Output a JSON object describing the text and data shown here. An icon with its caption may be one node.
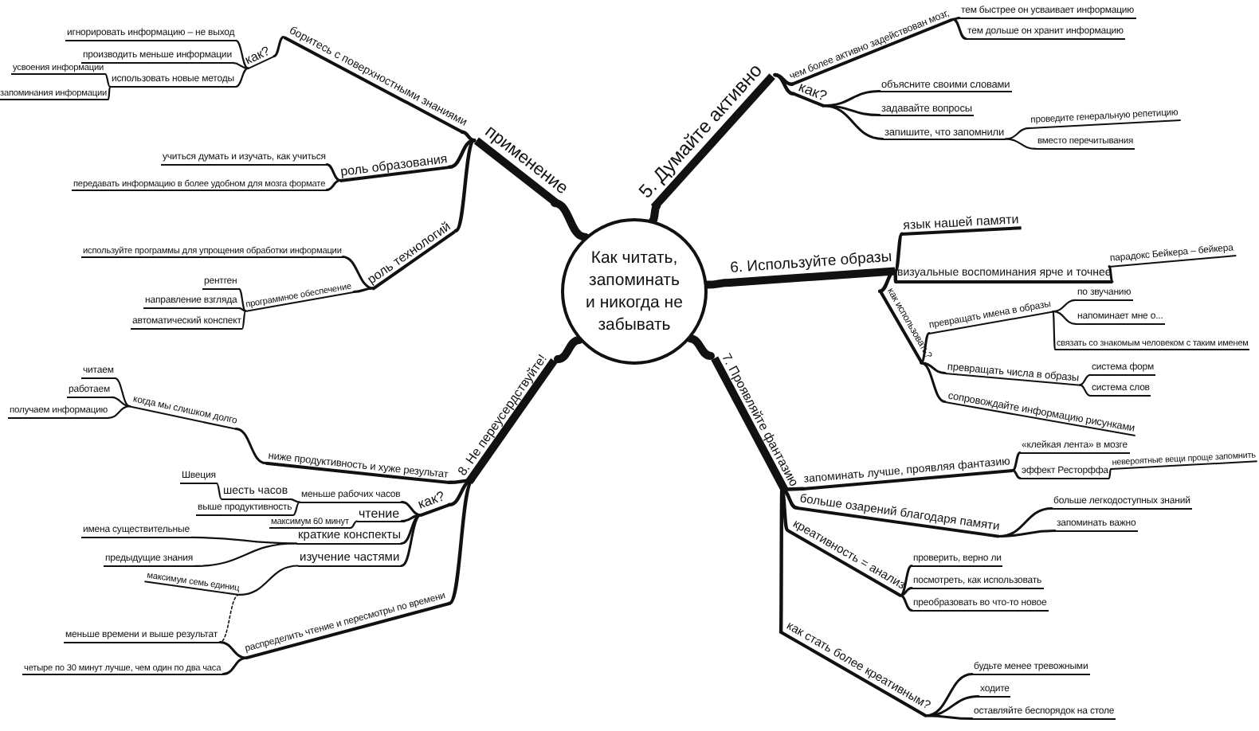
{
  "diagram": {
    "nodes": [
      {
        "text": [
          "Как читать, запоминать и никогда не забывать"
        ]
      },
      {
        "text": [
          "5. Думайте активно"
        ]
      },
      {
        "text": [
          "чем более активно задействован мозг,"
        ]
      },
      {
        "text": [
          "тем быстрее он усваивает информацию"
        ]
      },
      {
        "text": [
          "тем дольше он хранит информацию"
        ]
      },
      {
        "text": [
          "как?"
        ]
      },
      {
        "text": [
          "объясните своими словами"
        ]
      },
      {
        "text": [
          "задавайте вопросы"
        ]
      },
      {
        "text": [
          "запишите, что запомнили"
        ]
      },
      {
        "text": [
          "проведите генеральную репетицию"
        ]
      },
      {
        "text": [
          "вместо перечитывания"
        ]
      },
      {
        "text": [
          "6. Используйте образы"
        ]
      },
      {
        "text": [
          "язык нашей памяти"
        ]
      },
      {
        "text": [
          "визуальные воспоминания ярче и точнее"
        ]
      },
      {
        "text": [
          "парадокс Бейкера – бейкера"
        ]
      },
      {
        "text": [
          "как использовать?"
        ]
      },
      {
        "text": [
          "превращать имена в образы"
        ]
      },
      {
        "text": [
          "по звучанию"
        ]
      },
      {
        "text": [
          "напоминает мне о..."
        ]
      },
      {
        "text": [
          "связать со знакомым человеком с таким именем"
        ]
      },
      {
        "text": [
          "превращать числа в образы"
        ]
      },
      {
        "text": [
          "система форм"
        ]
      },
      {
        "text": [
          "система слов"
        ]
      },
      {
        "text": [
          "сопровождайте информацию рисунками"
        ]
      },
      {
        "text": [
          "7. Проявляйте фантазию"
        ]
      },
      {
        "text": [
          "запоминать лучше, проявляя фантазию"
        ]
      },
      {
        "text": [
          "«клейкая лента» в мозге"
        ]
      },
      {
        "text": [
          "эффект Ресторффа"
        ]
      },
      {
        "text": [
          "невероятные вещи проще запомнить"
        ]
      },
      {
        "text": [
          "больше озарений благодаря памяти"
        ]
      },
      {
        "text": [
          "больше легкодоступных знаний"
        ]
      },
      {
        "text": [
          "запоминать важно"
        ]
      },
      {
        "text": [
          "креативность = анализ"
        ]
      },
      {
        "text": [
          "проверить, верно ли"
        ]
      },
      {
        "text": [
          "посмотреть, как использовать"
        ]
      },
      {
        "text": [
          "преобразовать во что-то новое"
        ]
      },
      {
        "text": [
          "как стать более креативным?"
        ]
      },
      {
        "text": [
          "будьте менее тревожными"
        ]
      },
      {
        "text": [
          "ходите"
        ]
      },
      {
        "text": [
          "оставляйте беспорядок на столе"
        ]
      },
      {
        "text": [
          "применение"
        ]
      },
      {
        "text": [
          "боритесь с поверхностными знаниями"
        ]
      },
      {
        "text": [
          "как?"
        ]
      },
      {
        "text": [
          "игнорировать информацию – не выход"
        ]
      },
      {
        "text": [
          "производить меньше информации"
        ]
      },
      {
        "text": [
          "использовать новые методы"
        ]
      },
      {
        "text": [
          "усвоения информации"
        ]
      },
      {
        "text": [
          "запоминания информации"
        ]
      },
      {
        "text": [
          "роль образования"
        ]
      },
      {
        "text": [
          "учиться думать и изучать, как учиться"
        ]
      },
      {
        "text": [
          "передавать информацию в более удобном для мозга формате"
        ]
      },
      {
        "text": [
          "роль технологий"
        ]
      },
      {
        "text": [
          "используйте программы для упрощения обработки информации"
        ]
      },
      {
        "text": [
          "программное обеспечение"
        ]
      },
      {
        "text": [
          "рентген"
        ]
      },
      {
        "text": [
          "направление взгляда"
        ]
      },
      {
        "text": [
          "автоматический конспект"
        ]
      },
      {
        "text": [
          "8. Не переусердствуйте!"
        ]
      },
      {
        "text": [
          "ниже продуктивность и хуже результат"
        ]
      },
      {
        "text": [
          "когда мы слишком долго"
        ]
      },
      {
        "text": [
          "читаем"
        ]
      },
      {
        "text": [
          "работаем"
        ]
      },
      {
        "text": [
          "получаем информацию"
        ]
      },
      {
        "text": [
          "как?"
        ]
      },
      {
        "text": [
          "меньше рабочих часов"
        ]
      },
      {
        "text": [
          "шесть часов"
        ]
      },
      {
        "text": [
          "Швеция"
        ]
      },
      {
        "text": [
          "выше продуктивность"
        ]
      },
      {
        "text": [
          "чтение"
        ]
      },
      {
        "text": [
          "максимум 60 минут"
        ]
      },
      {
        "text": [
          "краткие конспекты"
        ]
      },
      {
        "text": [
          "имена существительные"
        ]
      },
      {
        "text": [
          "предыдущие знания"
        ]
      },
      {
        "text": [
          "изучение частями"
        ]
      },
      {
        "text": [
          "максимум семь единиц"
        ]
      },
      {
        "text": [
          "распределить чтение и пересмотры по времени"
        ]
      },
      {
        "text": [
          "меньше времени и выше результат"
        ]
      },
      {
        "text": [
          "четыре по 30 минут лучше, чем один по два часа"
        ]
      }
    ],
    "edges": [
      {
        "from": 0,
        "to": 1,
        "arrow": "none",
        "style": "thick"
      },
      {
        "from": 1,
        "to": 2,
        "arrow": "none"
      },
      {
        "from": 2,
        "to": 3,
        "arrow": "none"
      },
      {
        "from": 2,
        "to": 4,
        "arrow": "none"
      },
      {
        "from": 1,
        "to": 5,
        "arrow": "none"
      },
      {
        "from": 5,
        "to": 6,
        "arrow": "none"
      },
      {
        "from": 5,
        "to": 7,
        "arrow": "none"
      },
      {
        "from": 5,
        "to": 8,
        "arrow": "none"
      },
      {
        "from": 8,
        "to": 9,
        "arrow": "none"
      },
      {
        "from": 8,
        "to": 10,
        "arrow": "none"
      },
      {
        "from": 0,
        "to": 11,
        "arrow": "none",
        "style": "thick"
      },
      {
        "from": 11,
        "to": 12,
        "arrow": "none"
      },
      {
        "from": 11,
        "to": 13,
        "arrow": "none"
      },
      {
        "from": 13,
        "to": 14,
        "arrow": "none"
      },
      {
        "from": 11,
        "to": 15,
        "arrow": "none"
      },
      {
        "from": 15,
        "to": 16,
        "arrow": "none"
      },
      {
        "from": 16,
        "to": 17,
        "arrow": "none"
      },
      {
        "from": 16,
        "to": 18,
        "arrow": "none"
      },
      {
        "from": 16,
        "to": 19,
        "arrow": "none"
      },
      {
        "from": 15,
        "to": 20,
        "arrow": "none"
      },
      {
        "from": 20,
        "to": 21,
        "arrow": "none"
      },
      {
        "from": 20,
        "to": 22,
        "arrow": "none"
      },
      {
        "from": 15,
        "to": 23,
        "arrow": "none"
      },
      {
        "from": 0,
        "to": 24,
        "arrow": "none",
        "style": "thick"
      },
      {
        "from": 24,
        "to": 25,
        "arrow": "none"
      },
      {
        "from": 25,
        "to": 26,
        "arrow": "none"
      },
      {
        "from": 25,
        "to": 27,
        "arrow": "none"
      },
      {
        "from": 27,
        "to": 28,
        "arrow": "none"
      },
      {
        "from": 24,
        "to": 29,
        "arrow": "none"
      },
      {
        "from": 29,
        "to": 30,
        "arrow": "none"
      },
      {
        "from": 29,
        "to": 31,
        "arrow": "none"
      },
      {
        "from": 24,
        "to": 32,
        "arrow": "none"
      },
      {
        "from": 32,
        "to": 33,
        "arrow": "none"
      },
      {
        "from": 32,
        "to": 34,
        "arrow": "none"
      },
      {
        "from": 32,
        "to": 35,
        "arrow": "none"
      },
      {
        "from": 24,
        "to": 36,
        "arrow": "none"
      },
      {
        "from": 36,
        "to": 37,
        "arrow": "none"
      },
      {
        "from": 36,
        "to": 38,
        "arrow": "none"
      },
      {
        "from": 36,
        "to": 39,
        "arrow": "none"
      },
      {
        "from": 0,
        "to": 40,
        "arrow": "none",
        "style": "thick"
      },
      {
        "from": 40,
        "to": 41,
        "arrow": "none"
      },
      {
        "from": 41,
        "to": 42,
        "arrow": "none"
      },
      {
        "from": 42,
        "to": 43,
        "arrow": "none"
      },
      {
        "from": 42,
        "to": 44,
        "arrow": "none"
      },
      {
        "from": 42,
        "to": 45,
        "arrow": "none"
      },
      {
        "from": 45,
        "to": 46,
        "arrow": "none"
      },
      {
        "from": 45,
        "to": 47,
        "arrow": "none"
      },
      {
        "from": 40,
        "to": 48,
        "arrow": "none"
      },
      {
        "from": 48,
        "to": 49,
        "arrow": "none"
      },
      {
        "from": 48,
        "to": 50,
        "arrow": "none"
      },
      {
        "from": 40,
        "to": 51,
        "arrow": "none"
      },
      {
        "from": 51,
        "to": 52,
        "arrow": "none"
      },
      {
        "from": 51,
        "to": 53,
        "arrow": "none"
      },
      {
        "from": 53,
        "to": 54,
        "arrow": "none"
      },
      {
        "from": 53,
        "to": 55,
        "arrow": "none"
      },
      {
        "from": 53,
        "to": 56,
        "arrow": "none"
      },
      {
        "from": 0,
        "to": 57,
        "arrow": "none",
        "style": "thick"
      },
      {
        "from": 57,
        "to": 58,
        "arrow": "none"
      },
      {
        "from": 58,
        "to": 59,
        "arrow": "none"
      },
      {
        "from": 59,
        "to": 60,
        "arrow": "none"
      },
      {
        "from": 59,
        "to": 61,
        "arrow": "none"
      },
      {
        "from": 59,
        "to": 62,
        "arrow": "none"
      },
      {
        "from": 57,
        "to": 63,
        "arrow": "none"
      },
      {
        "from": 63,
        "to": 64,
        "arrow": "none"
      },
      {
        "from": 64,
        "to": 65,
        "arrow": "none"
      },
      {
        "from": 65,
        "to": 66,
        "arrow": "none"
      },
      {
        "from": 64,
        "to": 67,
        "arrow": "none"
      },
      {
        "from": 63,
        "to": 68,
        "arrow": "none"
      },
      {
        "from": 68,
        "to": 69,
        "arrow": "none"
      },
      {
        "from": 63,
        "to": 70,
        "arrow": "none"
      },
      {
        "from": 70,
        "to": 71,
        "arrow": "none"
      },
      {
        "from": 70,
        "to": 72,
        "arrow": "none"
      },
      {
        "from": 63,
        "to": 73,
        "arrow": "none"
      },
      {
        "from": 73,
        "to": 74,
        "arrow": "none"
      },
      {
        "from": 57,
        "to": 75,
        "arrow": "none"
      },
      {
        "from": 75,
        "to": 76,
        "arrow": "none"
      },
      {
        "from": 75,
        "to": 77,
        "arrow": "none"
      },
      {
        "from": 74,
        "to": 76,
        "arrow": "none",
        "style": "dashed"
      }
    ]
  }
}
